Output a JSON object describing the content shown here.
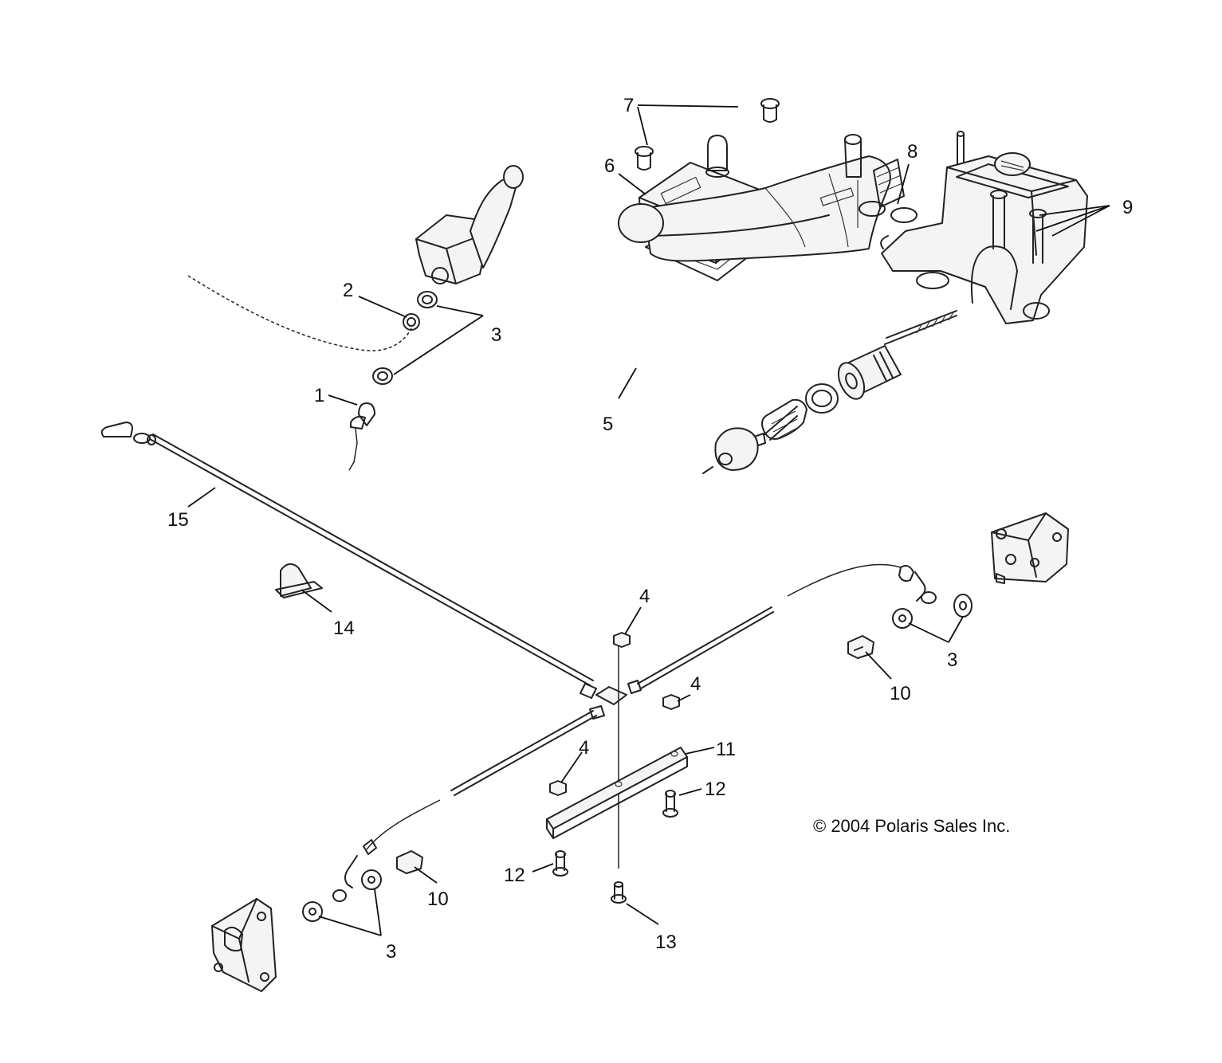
{
  "copyright": "© 2004 Polaris Sales Inc.",
  "callouts": [
    {
      "id": "c7",
      "label": "7"
    },
    {
      "id": "c6",
      "label": "6"
    },
    {
      "id": "c8",
      "label": "8"
    },
    {
      "id": "c9",
      "label": "9"
    },
    {
      "id": "c5",
      "label": "5"
    },
    {
      "id": "c2",
      "label": "2"
    },
    {
      "id": "c3a",
      "label": "3"
    },
    {
      "id": "c1",
      "label": "1"
    },
    {
      "id": "c15",
      "label": "15"
    },
    {
      "id": "c14",
      "label": "14"
    },
    {
      "id": "c4a",
      "label": "4"
    },
    {
      "id": "c4b",
      "label": "4"
    },
    {
      "id": "c4c",
      "label": "4"
    },
    {
      "id": "c11",
      "label": "11"
    },
    {
      "id": "c12a",
      "label": "12"
    },
    {
      "id": "c12b",
      "label": "12"
    },
    {
      "id": "c13",
      "label": "13"
    },
    {
      "id": "c10a",
      "label": "10"
    },
    {
      "id": "c10b",
      "label": "10"
    },
    {
      "id": "c3b",
      "label": "3"
    },
    {
      "id": "c3c",
      "label": "3"
    }
  ]
}
